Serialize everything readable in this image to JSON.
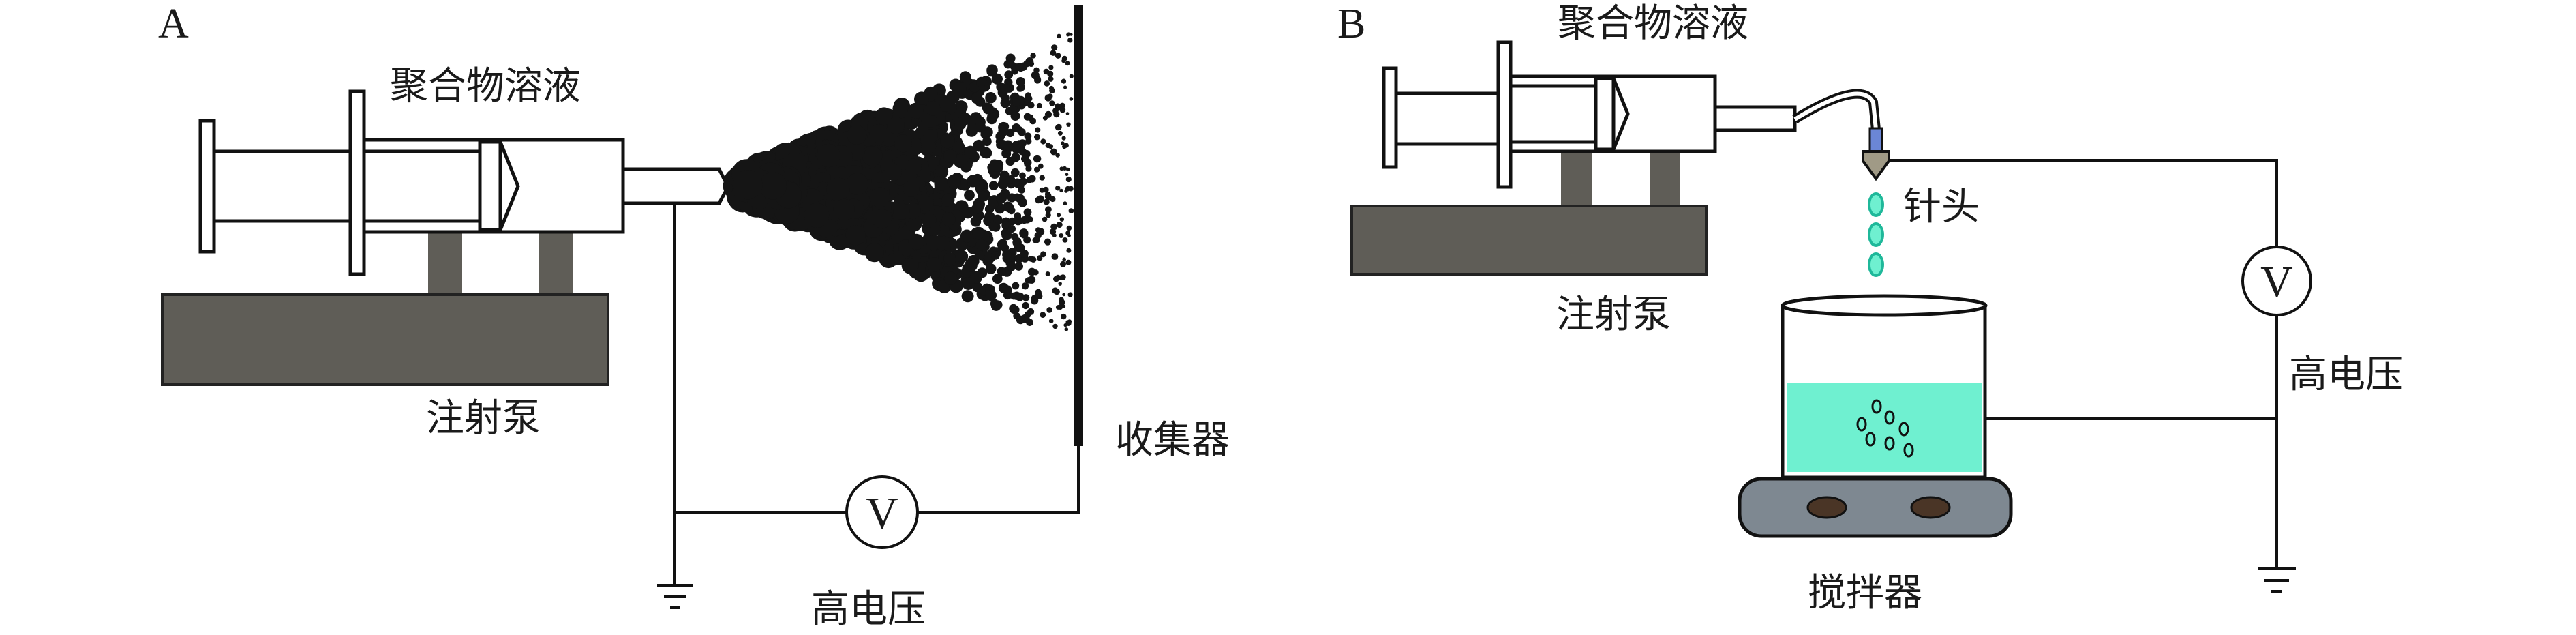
{
  "panel_a": {
    "letter": "A",
    "solution_label": "聚合物溶液",
    "pump_label": "注射泵",
    "collector_label": "收集器",
    "voltage_label": "高电压",
    "voltmeter_symbol": "V"
  },
  "panel_b": {
    "letter": "B",
    "solution_label": "聚合物溶液",
    "pump_label": "注射泵",
    "needle_label": "针头",
    "voltage_label": "高电压",
    "stirrer_label": "搅拌器",
    "voltmeter_symbol": "V"
  },
  "colors": {
    "pump_base": "#5f5d57",
    "pump_leg": "#5f5d57",
    "liquid": "#6ff0d0",
    "droplet": "#1fb89a",
    "stirrer_plate": "#7e8891",
    "stirrer_knob": "#4a3526",
    "needle_tip": "#6b86d6",
    "spray": "#151515"
  }
}
